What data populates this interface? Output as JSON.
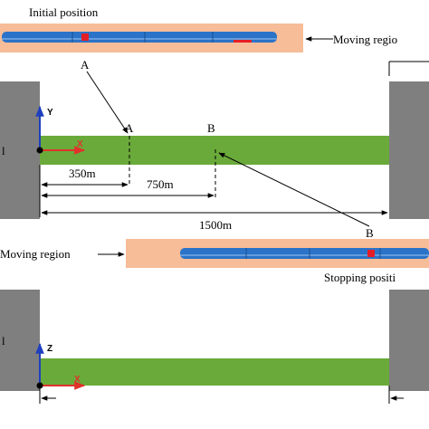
{
  "title_initial": "Initial position",
  "moving_region_top": "Moving regio",
  "moving_region_bottom": "Moving region",
  "stopping_position": "Stopping positi",
  "point_a": "A",
  "point_a_upper": "A",
  "point_b": "B",
  "point_b_lower": "B",
  "dim_350": "350m",
  "dim_750": "750m",
  "dim_1500": "1500m",
  "wall_left_top_label": "l",
  "wall_left_bottom_label": "l",
  "axis_y": "Y",
  "axis_x_top": "X",
  "axis_z": "Z",
  "axis_x_bottom": "X",
  "colors": {
    "region": "#f6bd98",
    "train": "#2b73c8",
    "track": "#6aaa3a",
    "wall": "#7f7f7f",
    "marker": "#e41e26",
    "axis_x": "#e0312b",
    "axis_yz": "#1f3fbf"
  }
}
